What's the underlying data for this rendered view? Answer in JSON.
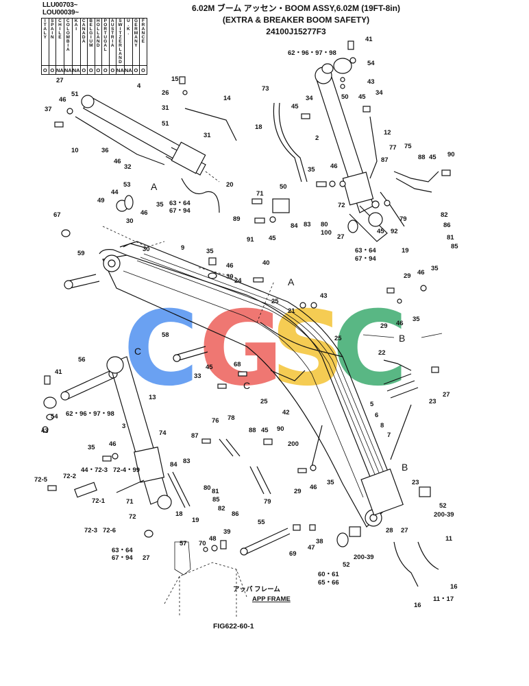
{
  "header": {
    "serial_1": "LLU00703~",
    "serial_2": "LOU00039~",
    "title_line_1": "6.02M ブーム アッセン・BOOM ASSY,6.02M (19FT-8in)",
    "title_line_2": "(EXTRA & BREAKER BOOM SAFETY)",
    "part_code": "24100J15277F3"
  },
  "country_table": {
    "countries": [
      "ITALY",
      "SPAIN",
      "CHILE",
      "COLOMBIA",
      "KAI",
      "CANADA",
      "BELGIUM",
      "HOLLAND",
      "PORTUGAL",
      "AUSTRIA",
      "SWITZERLAND",
      "U.K.",
      "GERMANY",
      "FRANCE"
    ],
    "availability": [
      "O",
      "O",
      "NA",
      "NA",
      "NA",
      "O",
      "O",
      "O",
      "O",
      "O",
      "NA",
      "NA",
      "O",
      "O"
    ]
  },
  "watermark": {
    "text": "CGSC",
    "colors": [
      "#4a8df0",
      "#ec5a54",
      "#f4c12e",
      "#35a86a"
    ]
  },
  "drawing": {
    "callouts": {
      "c41a": "41",
      "c62a": "62・96・97・98",
      "c54a": "54",
      "c43a": "43",
      "c34a": "34",
      "c45a": "45",
      "c50a": "50",
      "c73": "73",
      "c45b": "45",
      "c34b": "34",
      "c18a": "18",
      "c2": "2",
      "c12": "12",
      "c27a": "27",
      "c4": "4",
      "c15": "15",
      "c26": "26",
      "c31a": "31",
      "c14": "14",
      "c51a": "51",
      "c51b": "51",
      "c31b": "31",
      "c37": "37",
      "c46a": "46",
      "c10": "10",
      "c36": "36",
      "c46b": "46",
      "c32": "32",
      "c35a": "35",
      "c46c": "46",
      "c20": "20",
      "c77": "77",
      "c75": "75",
      "c88a": "88",
      "c45c": "45",
      "c90a": "90",
      "c87a": "87",
      "c53": "53",
      "c44a": "44",
      "c49": "49",
      "c35b": "35",
      "c6364a": "63・64",
      "c6794a": "67・94",
      "c46d": "46",
      "c30a": "30",
      "c71a": "71",
      "c50b": "50",
      "c89": "89",
      "c84a": "84",
      "c83a": "83",
      "c80a": "80",
      "c72a": "72",
      "c45d": "45",
      "c92": "92",
      "c79a": "79",
      "c82a": "82",
      "c86a": "86",
      "c81a": "81",
      "c85a": "85",
      "c91": "91",
      "c45e": "45",
      "c100": "100",
      "c27b": "27",
      "c6364b": "63・64",
      "c6794b": "67・94",
      "c19a": "19",
      "c67": "67",
      "c9": "9",
      "c30b": "30",
      "c59": "59",
      "c35c": "35",
      "c46e": "46",
      "c30c": "30",
      "c24": "24",
      "c40": "40",
      "c43b": "43",
      "c25a": "25",
      "c21": "21",
      "c29a": "29",
      "c46f": "46",
      "c35d": "35",
      "c29b": "29",
      "c46g": "46",
      "c35e": "35",
      "c58": "58",
      "c25b": "25",
      "c22": "22",
      "c68": "68",
      "c45f": "45",
      "c33": "33",
      "c25c": "25",
      "c42": "42",
      "c23a": "23",
      "c27c": "27",
      "c41b": "41",
      "c56": "56",
      "c54b": "54",
      "c62b": "62・96・97・98",
      "c43c": "43",
      "c13": "13",
      "c3": "3",
      "c5": "5",
      "c6": "6",
      "c8": "8",
      "c7": "7",
      "c200a": "200",
      "c35f": "35",
      "c46h": "46",
      "c74": "74",
      "c87b": "87",
      "c76": "76",
      "c78": "78",
      "c88b": "88",
      "c45g": "45",
      "c90b": "90",
      "c44b": "44・72-3",
      "c72-4": "72-4・99",
      "c84b": "84",
      "c83b": "83",
      "c80b": "80",
      "c81b": "81",
      "c85b": "85",
      "c82b": "82",
      "c86b": "86",
      "c79b": "79",
      "c72-5": "72-5",
      "c72-2": "72-2",
      "c72-1": "72-1",
      "c71b": "71",
      "c72b": "72",
      "c18b": "18",
      "c19b": "19",
      "c72-3": "72-3",
      "c72-6": "72-6",
      "c6364c": "63・64",
      "c6794c": "67・94",
      "c27d": "27",
      "c29c": "29",
      "c46i": "46",
      "c35g": "35",
      "c23b": "23",
      "c200-39a": "200-39",
      "c52a": "52",
      "c28": "28",
      "c27e": "27",
      "c11": "11",
      "c16a": "16",
      "c16b": "16",
      "c1117": "11・17",
      "c55": "55",
      "c38": "38",
      "c47": "47",
      "c69": "69",
      "c52b": "52",
      "c200-39b": "200-39",
      "c6061": "60・61",
      "c6566": "65・66",
      "c57": "57",
      "c70": "70",
      "c48": "48",
      "c39": "39"
    },
    "section_marks": {
      "a1": "A",
      "a2": "A",
      "b1": "B",
      "b2": "B",
      "c1": "C",
      "c2": "C"
    },
    "frame_label_jp": "アッパ フレーム",
    "frame_label_en": "APP FRAME",
    "figure_number": "FIG622-60-1"
  }
}
